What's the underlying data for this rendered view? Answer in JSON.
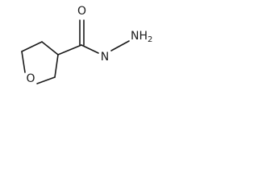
{
  "molecule": {
    "atoms": {
      "carbonyl_oxygen": "O",
      "ring_oxygen": "O",
      "amide_nitrogen": "N",
      "amine_group": "NH2",
      "amine_element": "NH",
      "amine_subscript": "2"
    }
  }
}
